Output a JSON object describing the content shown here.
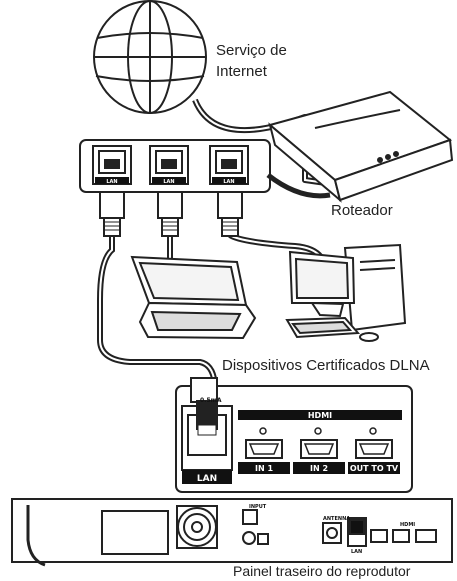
{
  "labels": {
    "internet_line1": "Serviço de",
    "internet_line2": "Internet",
    "router": "Roteador",
    "dlna": "Dispositivos Certificados DLNA",
    "rear_panel": "Painel traseiro do reprodutor"
  },
  "switch_ports": [
    "LAN",
    "LAN",
    "LAN"
  ],
  "panel": {
    "lan": "LAN",
    "hdmi_header": "HDMI",
    "hdmi_ports": [
      "IN 1",
      "IN 2",
      "OUT TO TV"
    ],
    "current": "0.5mA"
  },
  "player_labels": {
    "antenna": "ANTENNA",
    "input": "INPUT",
    "hdmi": "HDMI",
    "lan": "LAN"
  }
}
